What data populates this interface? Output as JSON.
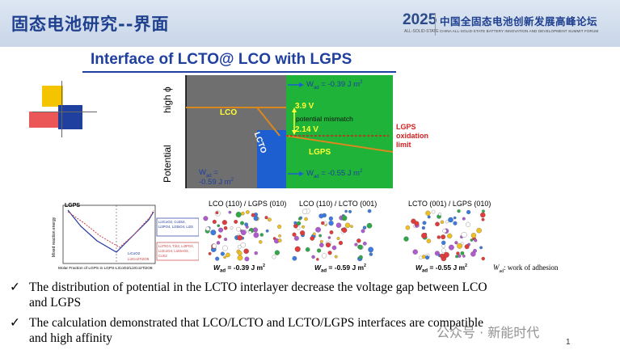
{
  "header": {
    "title": "固态电池研究--界面",
    "logo_year": "2025",
    "logo_sub": "ALL-SOLID-STATE",
    "logo_cn": "中国全固态电池创新发展高峰论坛",
    "logo_en": "CHINA ALL-SOLID-STATE BATTERY INNOVATION AND DEVELOPMENT SUMMIT FORUM"
  },
  "slide": {
    "title": "Interface of LCTO@ LCO with LGPS"
  },
  "main_figure": {
    "ylabel_high": "high ϕ",
    "ylabel_potential": "Potential",
    "lco": "LCO",
    "lcto": "LCTO",
    "lgps": "LGPS",
    "v_high": "3.9 V",
    "v_low": "2.14 V",
    "mismatch": "potential mismatch",
    "oxidation": [
      "LGPS",
      "oxidation",
      "limit"
    ],
    "wad_top": "W",
    "wad_top_sub": "ad",
    "wad_top_val": " = -0.39 J m",
    "wad_mid_val": " = -0.55 J m",
    "wad_left_line1": " =",
    "wad_left_line2": "-0.59 J m",
    "sup2": "2",
    "colors": {
      "gray": "#6f6f6f",
      "green": "#1fb33a",
      "blue": "#1d5fd0",
      "orange": "#d9881e",
      "red": "#d42020",
      "yellow": "#ffff33"
    }
  },
  "small_chart": {
    "lgps_label": "LGPS",
    "ylabel": "Mixed reaction energy",
    "xlabel": "Molar Fraction of LGPS in LGPS-LiCoO2/Li2Co2Ti2O8",
    "legend": [
      "LiCoO2",
      "Li2Co2Ti2O8"
    ],
    "box1": "Li2CoO2, Co3S4, Li3PO4, Li3SiO4, Li2S",
    "box2": "Li3TiO4, TiS2, Li3PO4, Li3CoO4, Li2GeO3, CoS2"
  },
  "structures": [
    {
      "label": "LCO (110) / LGPS (010)",
      "wad": "-0.39 J m"
    },
    {
      "label": "LCO (110) / LCTO (001)",
      "wad": "-0.59 J m"
    },
    {
      "label": "LCTO (001) / LGPS (010)",
      "wad": "-0.55 J m"
    }
  ],
  "wad_note": ": work of adhesion",
  "wad_symbol": "W",
  "wad_sub": "ad",
  "wad_eq": " = ",
  "bullets": [
    {
      "line1": "The distribution of potential in the LCTO interlayer decrease the voltage gap between LCO",
      "line2": "and LGPS"
    },
    {
      "line1": "The calculation demonstrated that LCO/LCTO and LCTO/LGPS interfaces are compatible",
      "line2": "and high affinity"
    }
  ],
  "checkmark": "✓",
  "watermark": "公众号 · 新能时代",
  "page_number": "1"
}
